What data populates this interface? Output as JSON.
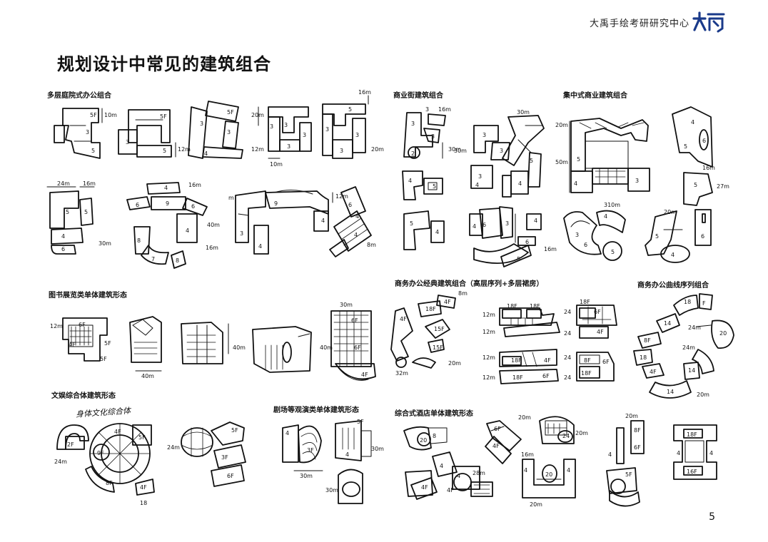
{
  "header": {
    "brand": "大禹手绘考研研究中心",
    "logo_text": "大禹"
  },
  "title": "规划设计中常见的建筑组合",
  "sections": {
    "office_courtyard": "多层庭院式办公组合",
    "commercial_street": "商业街建筑组合",
    "central_commercial": "集中式商业建筑组合",
    "library": "图书展览类单体建筑形态",
    "business_classic": "商务办公经典建筑组合（高层序列+多层裙房）",
    "business_curve": "商务办公曲线序列组合",
    "culture": "文娱综合体建筑形态",
    "theater": "剧场等观演类单体建筑形态",
    "hotel": "综合式酒店单体建筑形态"
  },
  "handwritten_note": "身体文化综合体",
  "page_number": "5"
}
